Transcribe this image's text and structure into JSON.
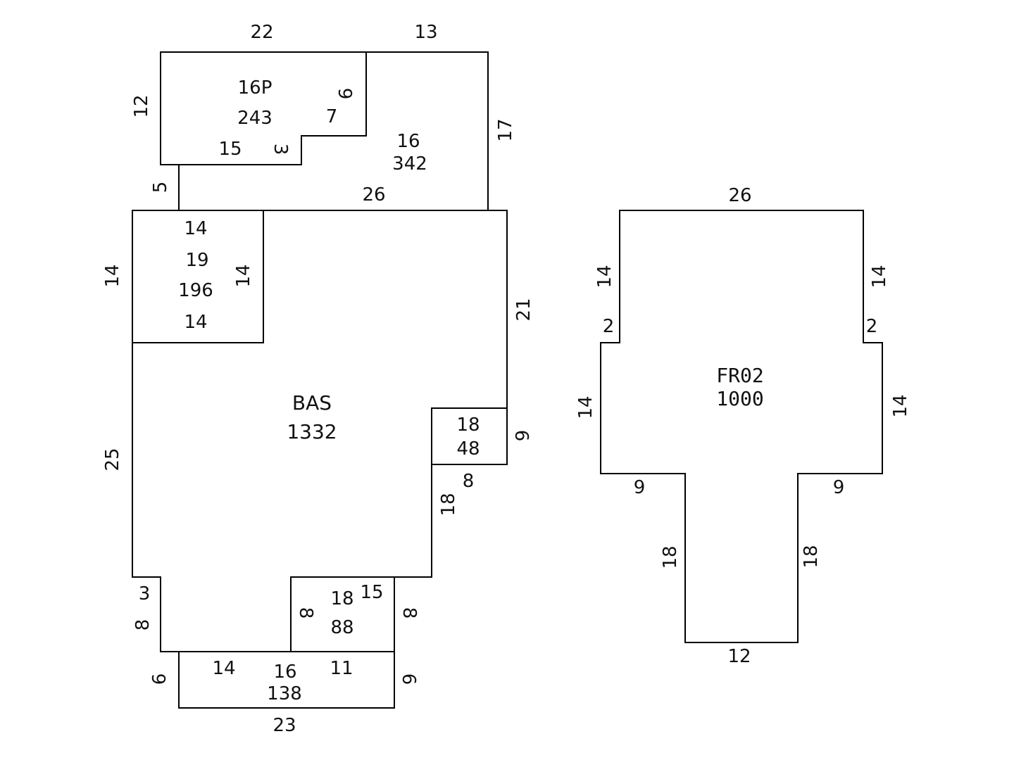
{
  "sketch": {
    "upper_wing": {
      "top_left": "22",
      "top_right": "13",
      "left": "12",
      "right": "17",
      "bottom": "26",
      "left_step": "5",
      "porch": {
        "code": "16P",
        "area": "243",
        "step_a": "9",
        "step_b": "7",
        "step_c": "3",
        "step_d": "15"
      },
      "living": {
        "code": "16",
        "area": "342"
      }
    },
    "left_room": {
      "top": "14",
      "code": "19",
      "area": "196",
      "bottom": "14",
      "left": "14",
      "right": "14"
    },
    "main_block": {
      "code": "BAS",
      "area": "1332",
      "left": "25",
      "right": "21",
      "lower_left_a": "3",
      "lower_left_b": "8",
      "inner_right": "18",
      "notch_right": "6",
      "notch_bottom": "8"
    },
    "right_notch": {
      "code": "18",
      "area": "48"
    },
    "bottom_bay": {
      "code": "18",
      "area": "88",
      "left": "8",
      "right": "8",
      "top": "15"
    },
    "bottom_strip": {
      "code": "16",
      "area": "138",
      "left_segment": "14",
      "right_segment": "11",
      "bottom": "23",
      "left": "6",
      "right": "6"
    },
    "right_block": {
      "code": "FR02",
      "area": "1000",
      "top": "26",
      "upper_left": "14",
      "upper_right": "14",
      "step_left": "2",
      "step_right": "2",
      "mid_left": "14",
      "mid_right": "14",
      "shoulder_left": "9",
      "shoulder_right": "9",
      "stem_left": "18",
      "stem_right": "18",
      "stem_bottom": "12"
    }
  }
}
